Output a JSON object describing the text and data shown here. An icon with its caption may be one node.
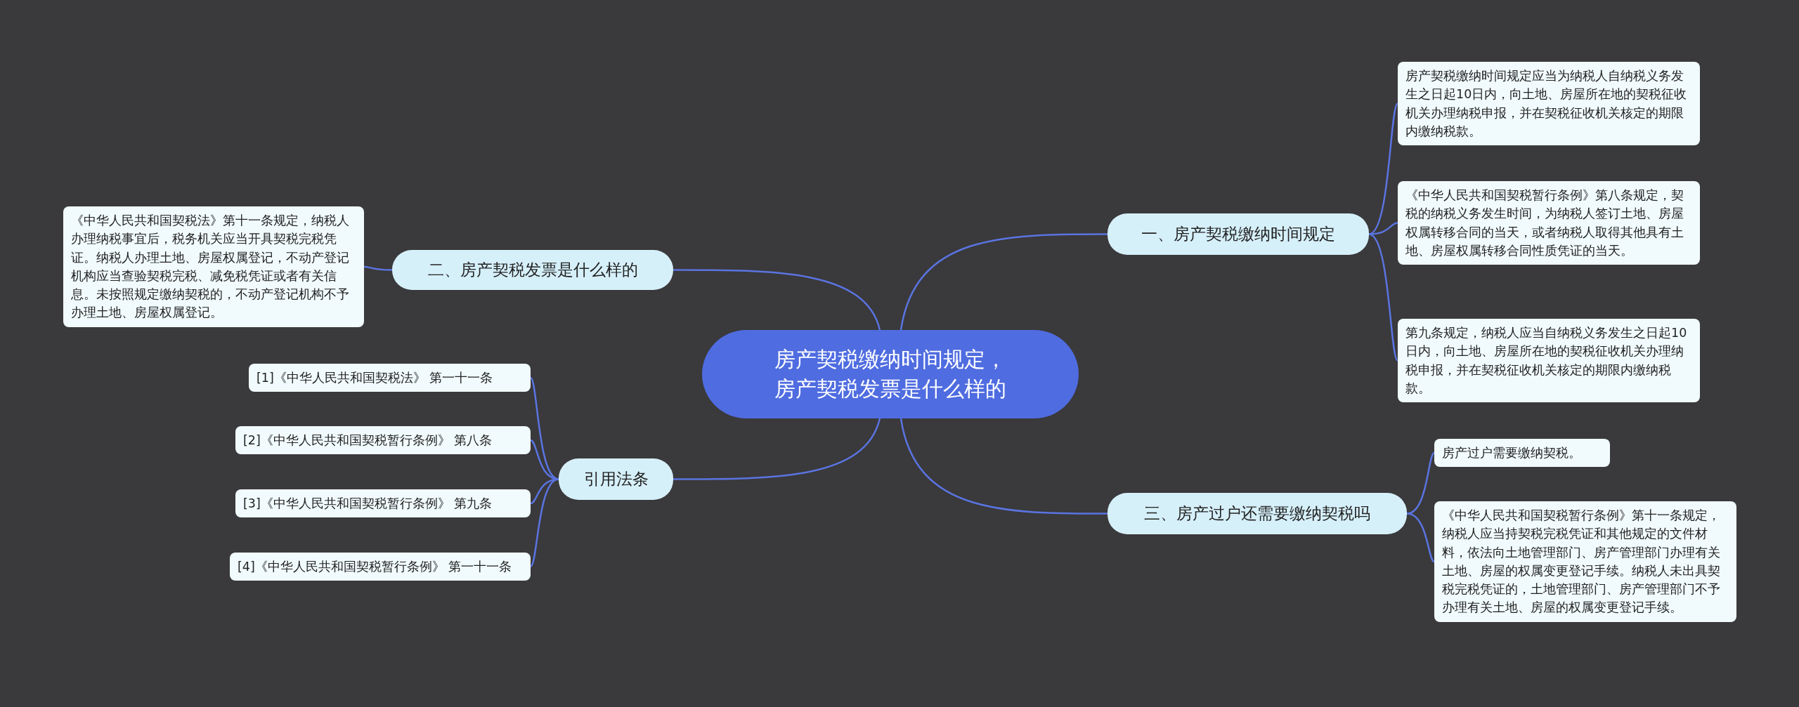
{
  "diagram": {
    "nodes": [
      {
        "text": [
          "房产契税缴纳时间规定，房产契税发票是什么样的"
        ]
      },
      {
        "text": [
          "一、房产契税缴纳时间规定"
        ]
      },
      {
        "text": [
          "房产契税缴纳时间规定应当为纳税人自纳税义务发生之日起10日内，向土地、房屋所在地的契税征收机关办理纳税申报，并在契税征收机关核定的期限内缴纳税款。"
        ]
      },
      {
        "text": [
          "《中华人民共和国契税暂行条例》第八条规定，契税的纳税义务发生时间，为纳税人签订土地、房屋权属转移合同的当天，或者纳税人取得其他具有土地、房屋权属转移合同性质凭证的当天。"
        ]
      },
      {
        "text": [
          "第九条规定，纳税人应当自纳税义务发生之日起10日内，向土地、房屋所在地的契税征收机关办理纳税申报，并在契税征收机关核定的期限内缴纳税款。"
        ]
      },
      {
        "text": [
          "二、房产契税发票是什么样的"
        ]
      },
      {
        "text": [
          "《中华人民共和国契税法》第十一条规定，纳税人办理纳税事宜后，税务机关应当开具契税完税凭证。纳税人办理土地、房屋权属登记，不动产登记机构应当查验契税完税、减免税凭证或者有关信息。未按照规定缴纳契税的，不动产登记机构不予办理土地、房屋权属登记。"
        ]
      },
      {
        "text": [
          "引用法条"
        ]
      },
      {
        "text": [
          "[1]《中华人民共和国契税法》 第一十一条"
        ]
      },
      {
        "text": [
          "[2]《中华人民共和国契税暂行条例》 第八条"
        ]
      },
      {
        "text": [
          "[3]《中华人民共和国契税暂行条例》 第九条"
        ]
      },
      {
        "text": [
          "[4]《中华人民共和国契税暂行条例》 第一十一条"
        ]
      },
      {
        "text": [
          "三、房产过户还需要缴纳契税吗"
        ]
      },
      {
        "text": [
          "房产过户需要缴纳契税。"
        ]
      },
      {
        "text": [
          "《中华人民共和国契税暂行条例》第十一条规定，纳税人应当持契税完税凭证和其他规定的文件材料，依法向土地管理部门、房产管理部门办理有关土地、房屋的权属变更登记手续。纳税人未出具契税完税凭证的，土地管理部门、房产管理部门不予办理有关土地、房屋的权属变更登记手续。"
        ]
      }
    ],
    "edges": [
      {
        "from": 0,
        "to": 1,
        "arrow": "none"
      },
      {
        "from": 1,
        "to": 2,
        "arrow": "none"
      },
      {
        "from": 1,
        "to": 3,
        "arrow": "none"
      },
      {
        "from": 1,
        "to": 4,
        "arrow": "none"
      },
      {
        "from": 0,
        "to": 5,
        "arrow": "none"
      },
      {
        "from": 5,
        "to": 6,
        "arrow": "none"
      },
      {
        "from": 0,
        "to": 7,
        "arrow": "none"
      },
      {
        "from": 7,
        "to": 8,
        "arrow": "none"
      },
      {
        "from": 7,
        "to": 9,
        "arrow": "none"
      },
      {
        "from": 7,
        "to": 10,
        "arrow": "none"
      },
      {
        "from": 7,
        "to": 11,
        "arrow": "none"
      },
      {
        "from": 0,
        "to": 12,
        "arrow": "none"
      },
      {
        "from": 12,
        "to": 13,
        "arrow": "none"
      },
      {
        "from": 12,
        "to": 14,
        "arrow": "none"
      }
    ]
  }
}
